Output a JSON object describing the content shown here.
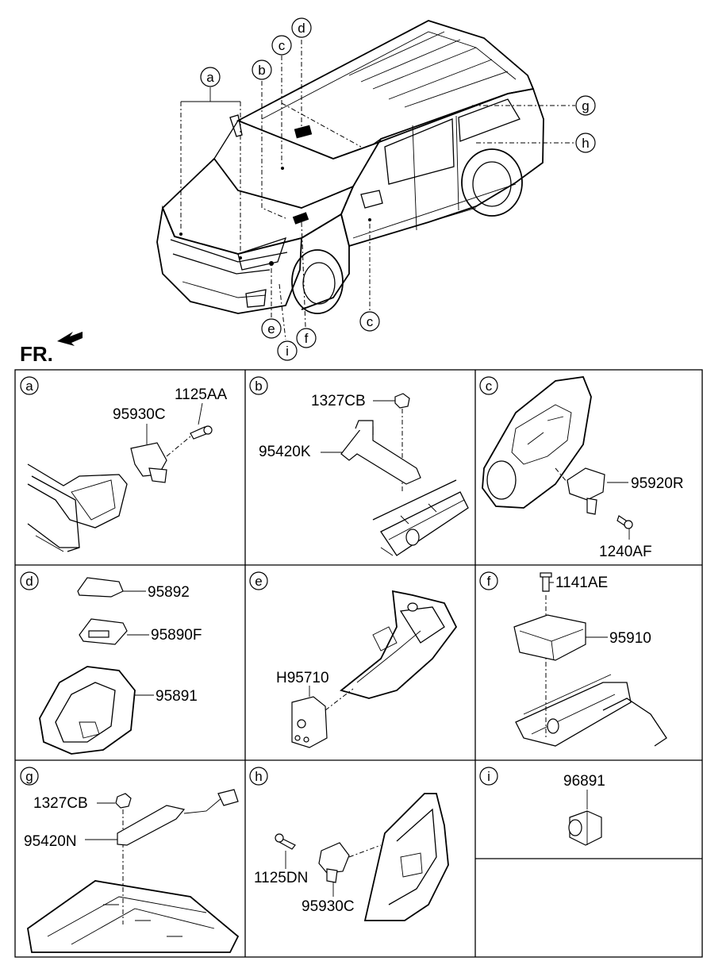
{
  "overview": {
    "direction_label": "FR.",
    "callouts": {
      "a": "a",
      "b": "b",
      "c_top": "c",
      "d": "d",
      "g": "g",
      "h": "h",
      "e": "e",
      "i": "i",
      "f": "f",
      "c_bottom": "c"
    }
  },
  "panels": [
    {
      "letter": "a",
      "parts": [
        "1125AA",
        "95930C"
      ]
    },
    {
      "letter": "b",
      "parts": [
        "1327CB",
        "95420K"
      ]
    },
    {
      "letter": "c",
      "parts": [
        "95920R",
        "1240AF"
      ]
    },
    {
      "letter": "d",
      "parts": [
        "95892",
        "95890F",
        "95891"
      ]
    },
    {
      "letter": "e",
      "parts": [
        "H95710"
      ]
    },
    {
      "letter": "f",
      "parts": [
        "1141AE",
        "95910"
      ]
    },
    {
      "letter": "g",
      "parts": [
        "1327CB",
        "95420N"
      ]
    },
    {
      "letter": "h",
      "parts": [
        "1125DN",
        "95930C"
      ]
    },
    {
      "letter": "i",
      "parts": [
        "96891"
      ]
    }
  ]
}
